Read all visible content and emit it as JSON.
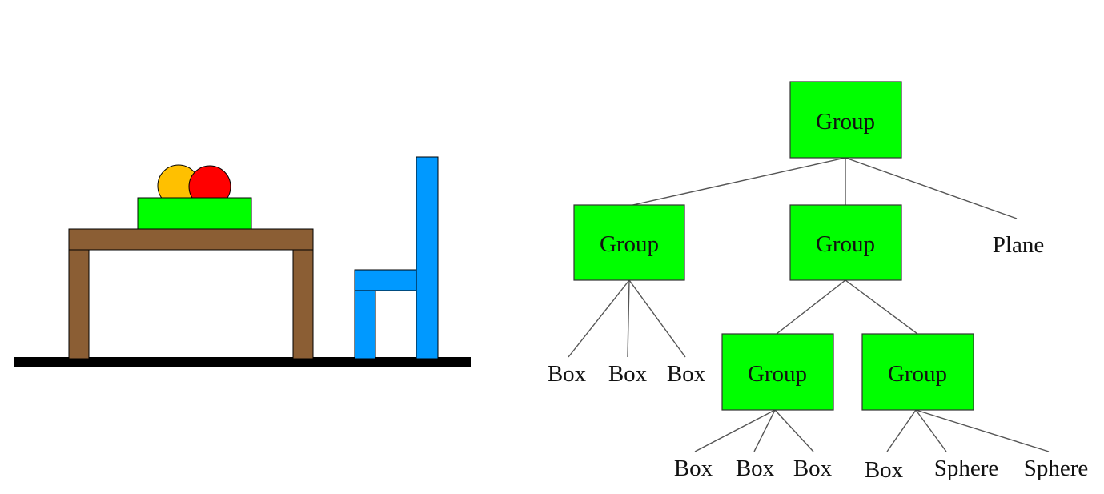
{
  "colors": {
    "table_wood": "#8B5E34",
    "bowl": "#00FF00",
    "fruit_orange": "#FFC000",
    "fruit_red": "#FF0000",
    "chair": "#0099FF",
    "floor": "#000000",
    "group_node": "#00FF00",
    "edge": "#555555"
  },
  "tree": {
    "root": {
      "label": "Group"
    },
    "left_group": {
      "label": "Group",
      "leaves": [
        "Box",
        "Box",
        "Box"
      ]
    },
    "middle_group": {
      "label": "Group"
    },
    "plane": {
      "label": "Plane"
    },
    "bottom_left_group": {
      "label": "Group",
      "leaves": [
        "Box",
        "Box",
        "Box"
      ]
    },
    "bottom_right_group": {
      "label": "Group",
      "leaves": [
        "Box",
        "Sphere",
        "Sphere"
      ]
    }
  }
}
